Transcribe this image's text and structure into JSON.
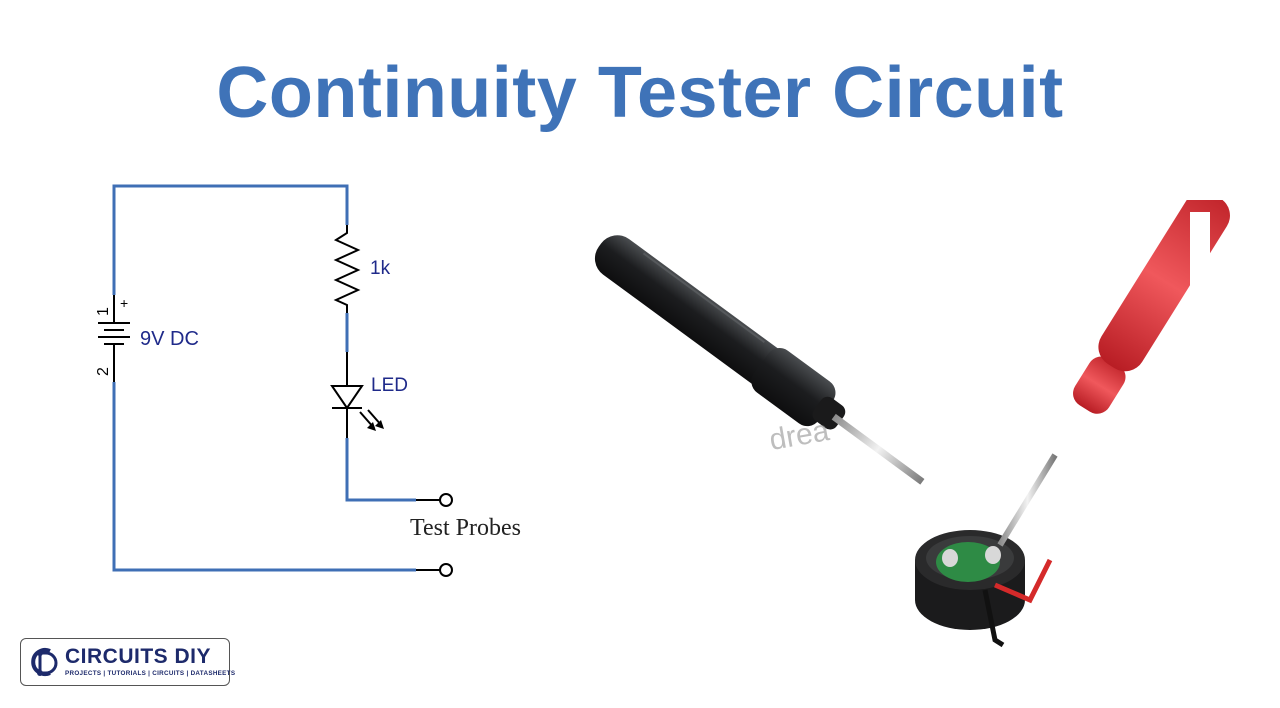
{
  "title": "Continuity Tester Circuit",
  "schematic": {
    "battery": {
      "label": "9V DC",
      "pin_top": "1",
      "pin_bottom": "2",
      "plus": "+"
    },
    "resistor": {
      "label": "1k"
    },
    "led": {
      "label": "LED"
    },
    "probes": {
      "label": "Test Probes"
    },
    "wire_color": "#3f6fb5"
  },
  "photo": {
    "watermark": "drea"
  },
  "logo": {
    "brand": "CIRCUITS DIY",
    "tagline": "PROJECTS | TUTORIALS | CIRCUITS | DATASHEETS"
  }
}
